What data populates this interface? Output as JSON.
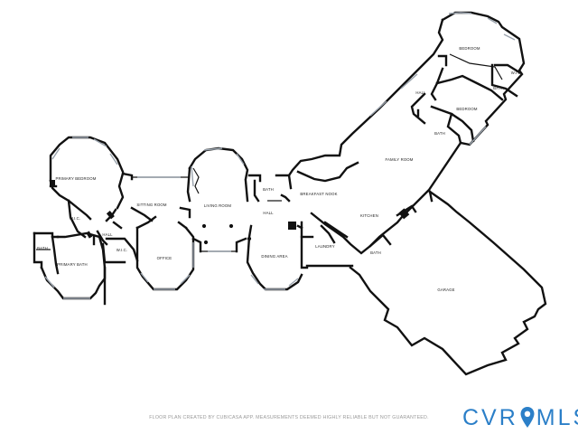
{
  "rooms": {
    "bedroom_1": "BEDROOM",
    "wic_1": "W.I.C.",
    "bath_1": "BATH",
    "hall_1": "HALL",
    "bedroom_2": "BEDROOM",
    "bath_2": "BATH",
    "family_room": "FAMILY ROOM",
    "primary_bedroom": "PRIMARY BEDROOM",
    "sitting_room": "SITTING ROOM",
    "bath_3": "BATH",
    "breakfast_nook": "BREAKFAST NOOK",
    "living_room": "LIVING ROOM",
    "hall_2": "HALL",
    "kitchen": "KITCHEN",
    "wic_2": "W.I.C.",
    "hall_3": "HALL",
    "wic_3": "W.I.C.",
    "bath_4": "BATH",
    "office": "OFFICE",
    "laundry": "LAUNDRY",
    "dining_area": "DINING AREA",
    "bath_5": "BATH",
    "primary_bath": "PRIMARY BATH",
    "garage": "GARAGE"
  },
  "footer": {
    "disclaimer": "FLOOR PLAN CREATED BY CUBICASA APP. MEASUREMENTS DEEMED HIGHLY RELIABLE BUT NOT GUARANTEED."
  },
  "logo": {
    "left_text": "CVR",
    "right_text": "MLS",
    "pin_color": "#2b7fc8",
    "text_color": "#2b7fc8"
  },
  "icons": {
    "pin": "location-pin-icon"
  }
}
